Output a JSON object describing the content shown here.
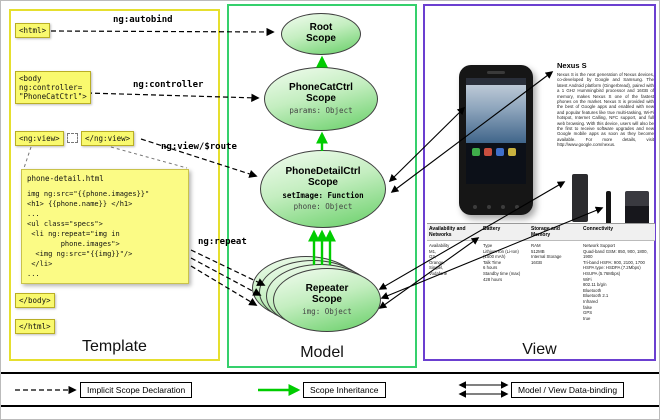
{
  "template": {
    "panel_label": "Template",
    "html_open": "<html>",
    "autobind_label": "ng:autobind",
    "body_open_lines": [
      "<body",
      "ng:controller=",
      "\"PhoneCatCtrl\">"
    ],
    "controller_label": "ng:controller",
    "ngview_open": "<ng:view>",
    "ngview_close": "</ng:view>",
    "route_label": "ng:view/$route",
    "file_name": "phone-detail.html",
    "code_lines": [
      "img ng:src=\"{{phone.images}}\"",
      "<h1> {{phone.name}} </h1>",
      "...",
      "<ul class=\"specs\">",
      " <li ng:repeat=\"img in",
      "        phone.images\">",
      "  <img ng:src=\"{{img}}\"/>",
      " </li>",
      "..."
    ],
    "repeat_label": "ng:repeat",
    "body_close": "</body>",
    "html_close": "</html>"
  },
  "model": {
    "panel_label": "Model",
    "root_scope": {
      "title_lines": [
        "Root",
        "Scope"
      ]
    },
    "phonecat_scope": {
      "title_lines": [
        "PhoneCatCtrl",
        "Scope"
      ],
      "prop": "params: Object"
    },
    "phonedetail_scope": {
      "title_lines": [
        "PhoneDetailCtrl",
        "Scope"
      ],
      "prop_function": "setImage: Function",
      "prop_phone": "phone: Object"
    },
    "repeater_scope": {
      "title_lines": [
        "Repeater",
        "Scope"
      ],
      "prop": "img: Object"
    }
  },
  "view": {
    "panel_label": "View",
    "phone_title": "Nexus S",
    "description": "Nexus S is the next generation of Nexus devices, co-developed by Google and Samsung. The latest Android platform (Gingerbread), paired with a 1 GHz Hummingbird processor and 16GB of memory, makes Nexus S one of the fastest phones on the market. Nexus S is provided with the best of Google apps and enabled with new and popular features like true multi-tasking, Wi-Fi hotspot, Internet Calling, NFC support, and full web browsing. With this device, users will also be the first to receive software upgrades and new Google mobile apps as soon as they become available. For more details, visit http://www.google.com/nexus.",
    "spec_columns": [
      {
        "header": "Availability and Networks",
        "lines": [
          "Availability",
          "M1,",
          "O2,",
          "Orange,",
          "Singtel,",
          "Vodafone"
        ]
      },
      {
        "header": "Battery",
        "lines": [
          "Type",
          "Lithium Ion (Li-Ion)",
          "(1500 mAh)",
          "Talk Time",
          "6 hours",
          "Standby time (max)",
          "428 hours"
        ]
      },
      {
        "header": "Storage and Memory",
        "lines": [
          "RAM",
          "512MB",
          "Internal Storage",
          "16GB"
        ]
      },
      {
        "header": "Connectivity",
        "lines": [
          "Network Support",
          "Quad-band GSM: 850, 900, 1800, 1900",
          "Tri-band HSPA: 900, 2100, 1700",
          "HSPA type: HSDPA (7.2Mbps)",
          "HSUPA (5.76Mbps)",
          "WiFi",
          "802.11 b/g/n",
          "Bluetooth",
          "Bluetooth 2.1",
          "Infrared",
          "false",
          "GPS",
          "true"
        ]
      }
    ]
  },
  "legend": {
    "implicit": "Implicit Scope Declaration",
    "inheritance": "Scope Inheritance",
    "binding": "Model / View Data-binding"
  },
  "colors": {
    "template_border": "#e6df2e",
    "model_border": "#35d06c",
    "view_border": "#6b3fd0",
    "tag_background": "#f9f96e",
    "scope_gradient_top": "#f2fcf0",
    "scope_gradient_bottom": "#67cf67",
    "inheritance_arrow": "#00cc00"
  }
}
